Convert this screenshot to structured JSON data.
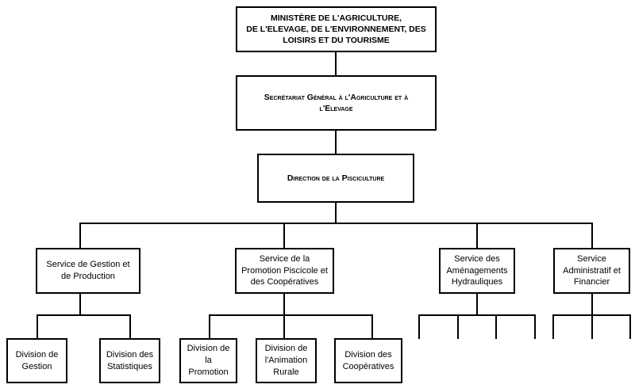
{
  "ministry": "MINISTÈRE DE L'AGRICULTURE,\nDE L'ELEVAGE, DE L'ENVIRONNEMENT, DES\nLOISIRS ET DU TOURISME",
  "secretariat": "Secrétariat Général à l'Agriculture et à\nl'Elevage",
  "direction": "Direction de la Pisciculture",
  "services": [
    "Service de Gestion et\nde Production",
    "Service de la\nPromotion Piscicole et\ndes Coopératives",
    "Service des\nAménagements\nHydrauliques",
    "Service\nAdministratif et\nFinancier"
  ],
  "divisions": [
    "Division de\nGestion",
    "Division des\nStatistiques",
    "Division de\nla\nPromotion",
    "Division de\nl'Animation\nRurale",
    "Division des\nCoopératives"
  ]
}
